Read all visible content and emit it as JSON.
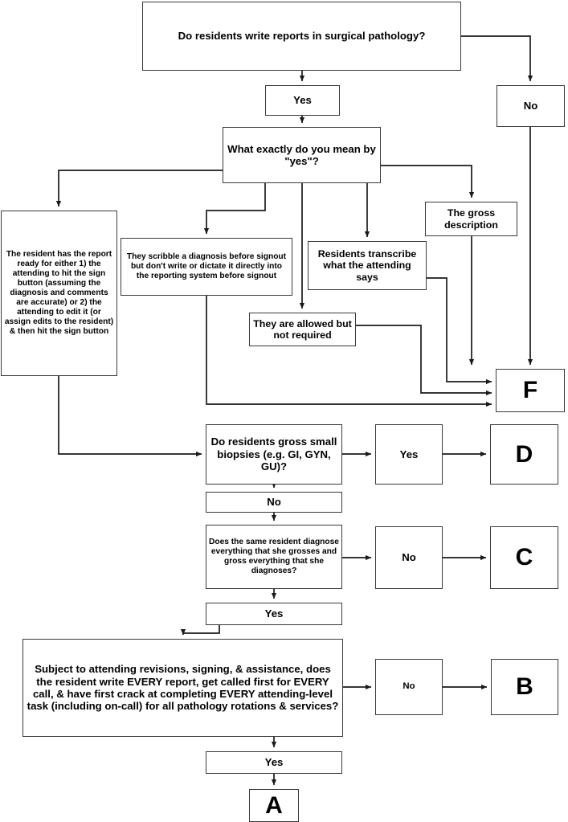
{
  "diagram": {
    "title": "Surgical pathology resident responsibility flowchart",
    "nodes": {
      "q_root": "Do residents write reports in surgical pathology?",
      "root_yes": "Yes",
      "root_no": "No",
      "q_mean": "What exactly do you mean by \"yes\"?",
      "opt_resident_ready": "The resident has the report ready for either 1) the attending to hit the sign button (assuming the diagnosis and comments are accurate) or 2) the attending to edit it (or assign edits to the resident) & then hit the sign button",
      "opt_scribble": "They scribble a diagnosis before signout but don't write or dictate it directly into the reporting system before signout",
      "opt_transcribe": "Residents transcribe what the attending says",
      "opt_gross_desc": "The gross description",
      "opt_allowed": "They are allowed but not required",
      "grade_f": "F",
      "q_biopsies": "Do residents gross small biopsies (e.g. GI, GYN, GU)?",
      "biopsies_yes": "Yes",
      "grade_d": "D",
      "biopsies_no": "No",
      "q_same_resident": "Does the same resident diagnose everything that she grosses and gross everything that she diagnoses?",
      "same_resident_no": "No",
      "grade_c": "C",
      "same_resident_yes": "Yes",
      "q_every": "Subject to attending revisions, signing, & assistance, does the resident write EVERY report, get called first for EVERY call, & have first crack at completing EVERY attending-level task (including on-call) for all pathology rotations & services?",
      "every_no": "No",
      "grade_b": "B",
      "every_yes": "Yes",
      "grade_a": "A"
    },
    "colors": {
      "border": "#3a3a3a",
      "text": "#000000",
      "background": "#ffffff",
      "connector": "#1a1a1a"
    }
  }
}
